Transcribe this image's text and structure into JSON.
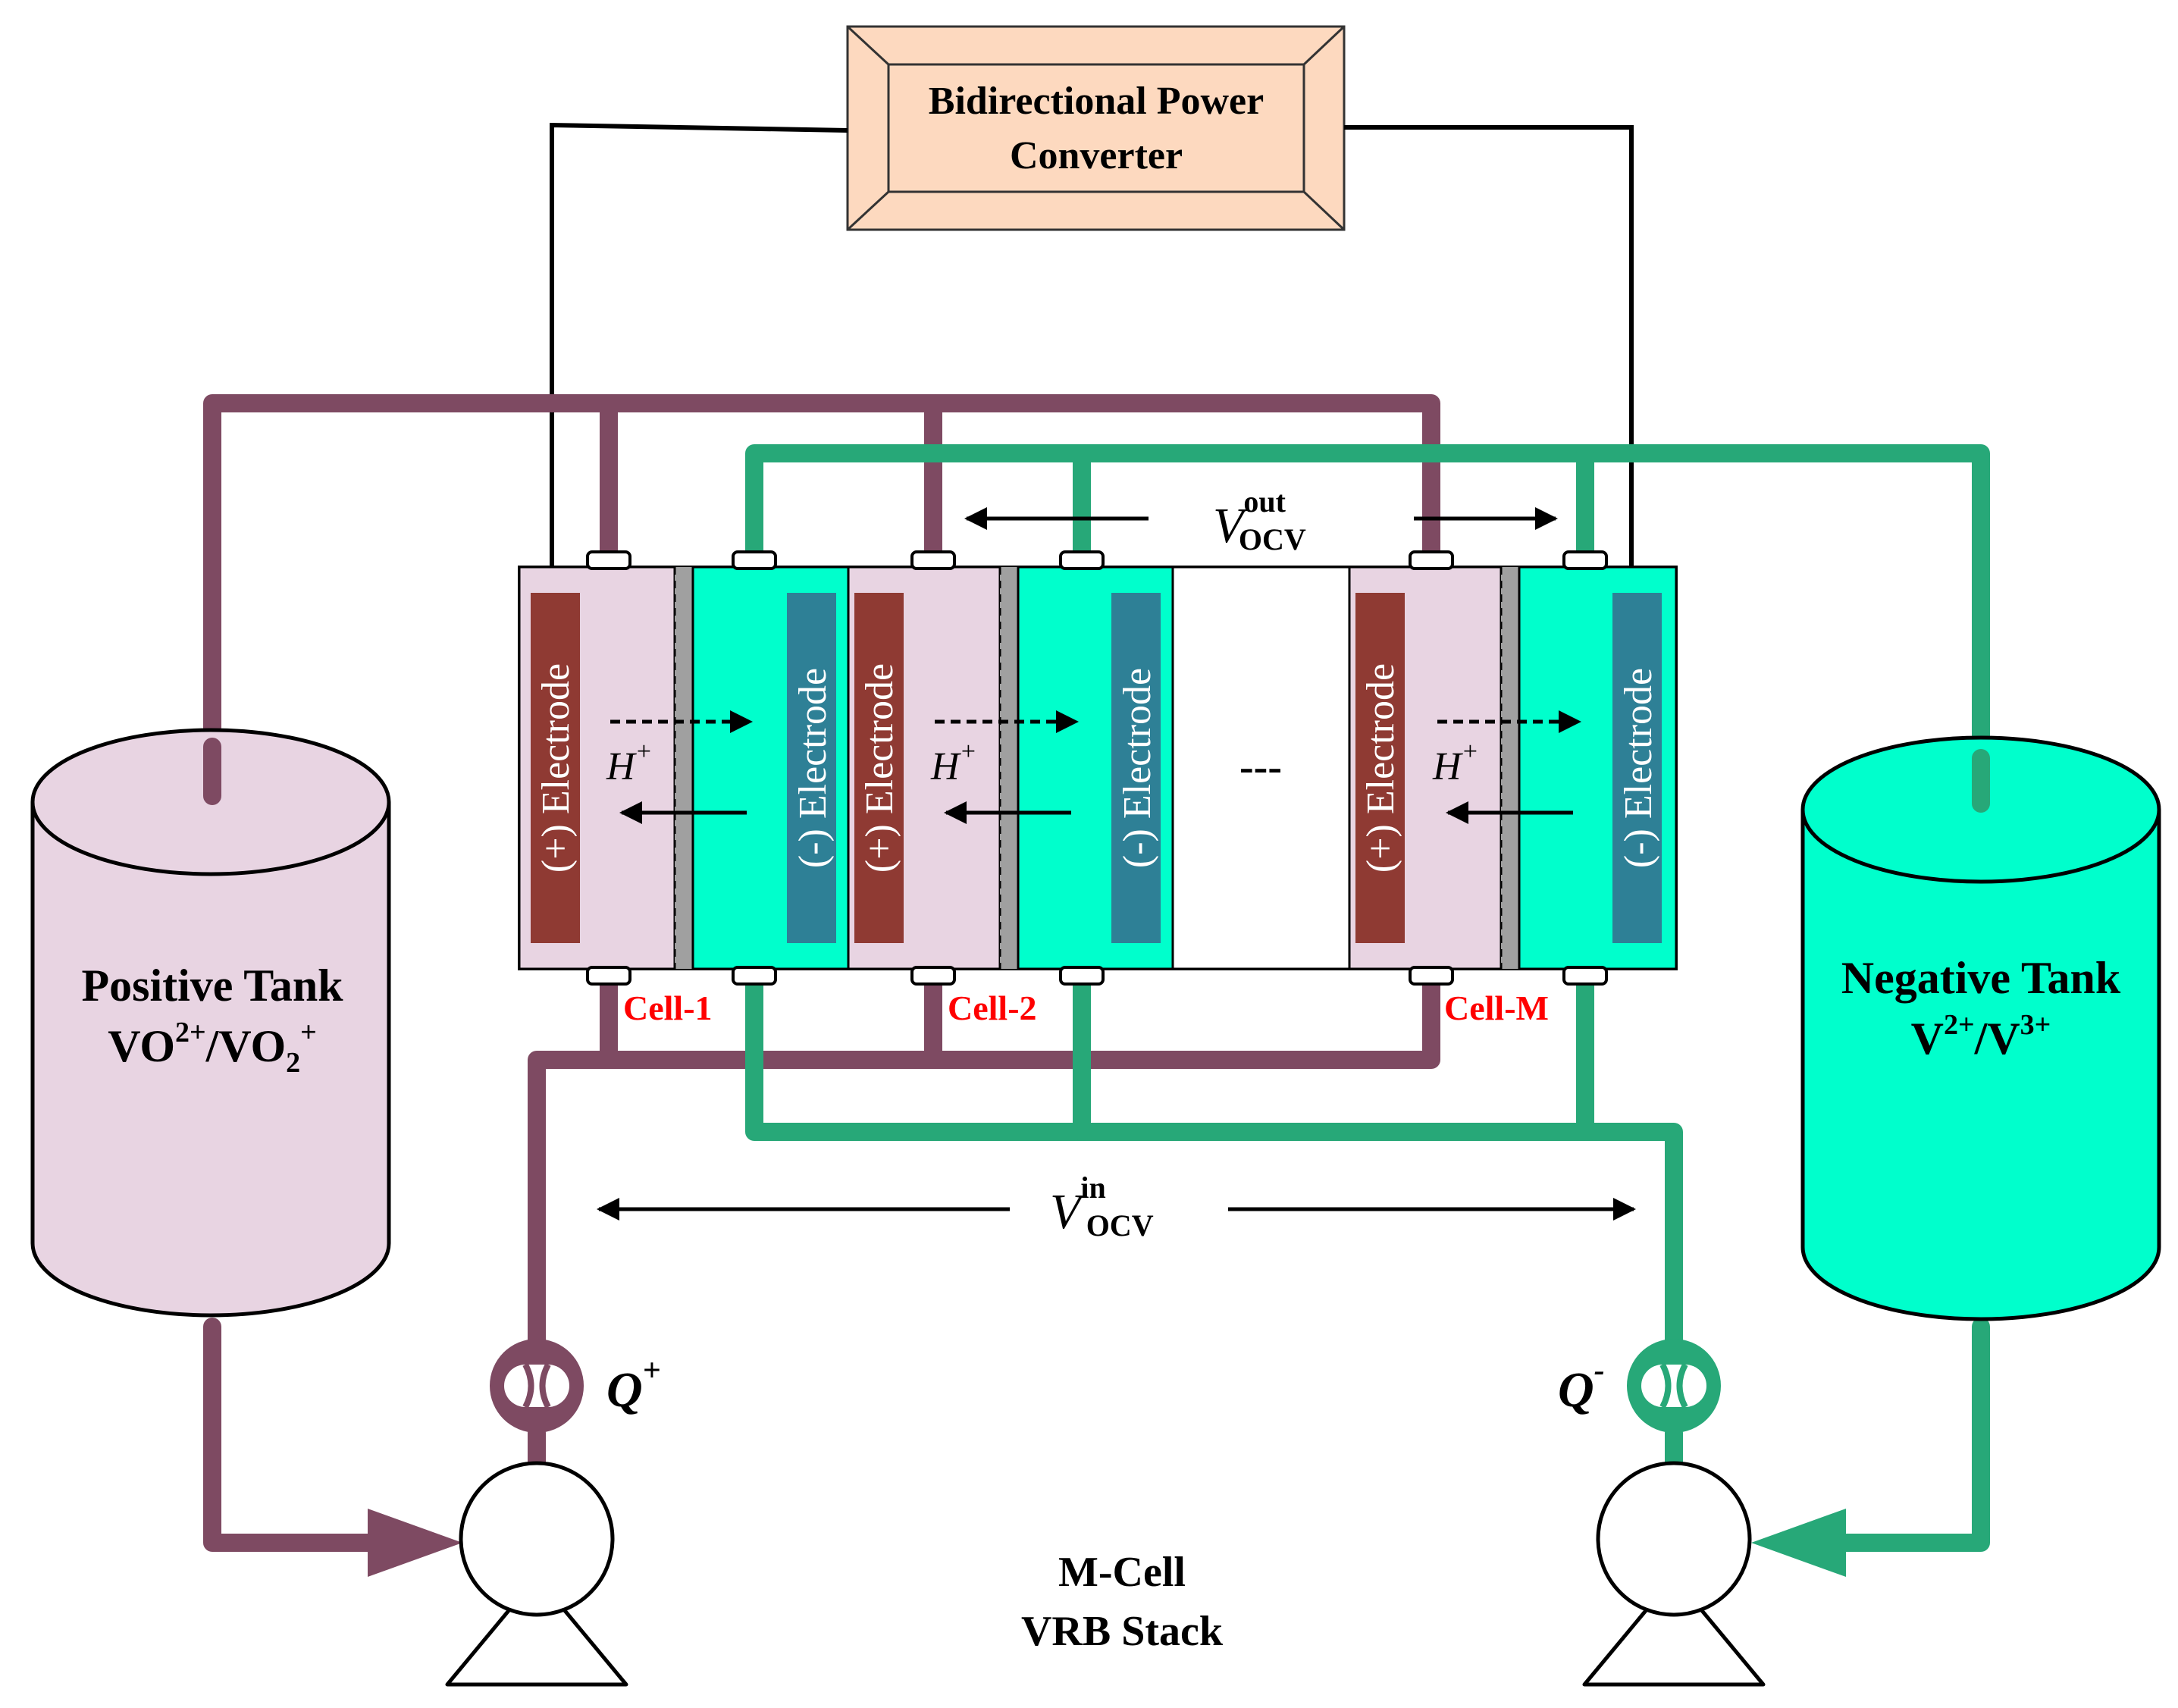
{
  "converter": {
    "line1": "Bidirectional Power",
    "line2": "Converter"
  },
  "positive_tank": {
    "title": "Positive Tank",
    "species_a": "VO",
    "species_a_sup": "2+",
    "sep": "/",
    "species_b": "VO",
    "species_b_sub": "2",
    "species_b_sup": "+"
  },
  "negative_tank": {
    "title": "Negative Tank",
    "species_a": "V",
    "species_a_sup": "2+",
    "sep": "/",
    "species_b": "V",
    "species_b_sup": "3+"
  },
  "electrodes": {
    "positive": "(+) Electrode",
    "negative": "(-) Electrode"
  },
  "ion": {
    "symbol": "H",
    "charge": "+"
  },
  "cells": [
    {
      "label": "Cell-1"
    },
    {
      "label": "Cell-2"
    },
    {
      "label": "Cell-M"
    }
  ],
  "ellipsis": "---",
  "v_out": {
    "symbol": "V",
    "sup": "out",
    "sub": "OCV"
  },
  "v_in": {
    "symbol": "V",
    "sup": "in",
    "sub": "OCV"
  },
  "flow_positive": {
    "symbol": "Q",
    "sup": "+"
  },
  "flow_negative": {
    "symbol": "Q",
    "sup": "-"
  },
  "stack": {
    "line1": "M-Cell",
    "line2": "VRB Stack"
  },
  "colors": {
    "positive_pipe": "#7e4a62",
    "negative_pipe": "#27a878",
    "positive_tank_fill": "#e8d4e2",
    "negative_tank_fill": "#00ffcc",
    "positive_electrode": "#8f3a33",
    "negative_electrode": "#2e8096",
    "converter_fill": "#fdd9bf",
    "cell_label": "#ff0000"
  }
}
